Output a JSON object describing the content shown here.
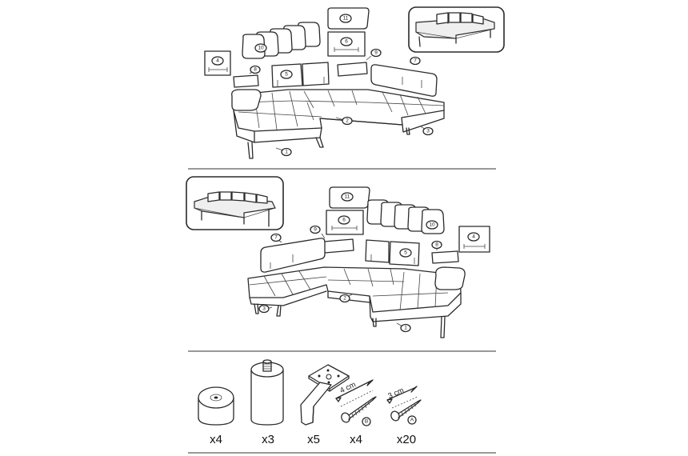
{
  "part_numbers": {
    "corner_left_chaise": "1",
    "middle_seat": "2",
    "right_seat": "3",
    "side_cushion": "4",
    "back_cushion": "5",
    "bolster_6": "6",
    "backrest_panel": "7",
    "armrest_8": "8",
    "armrest_9": "9",
    "headrest_10": "10",
    "headrest_11": "11"
  },
  "hardware": [
    {
      "name": "round-foot",
      "qty": "x4"
    },
    {
      "name": "cylinder-leg",
      "qty": "x3"
    },
    {
      "name": "plate-leg",
      "qty": "x5"
    },
    {
      "name": "screw-b",
      "qty": "x4",
      "length": "4 cm",
      "letter": "B"
    },
    {
      "name": "screw-a",
      "qty": "x20",
      "length": "3 cm",
      "letter": "A"
    }
  ]
}
